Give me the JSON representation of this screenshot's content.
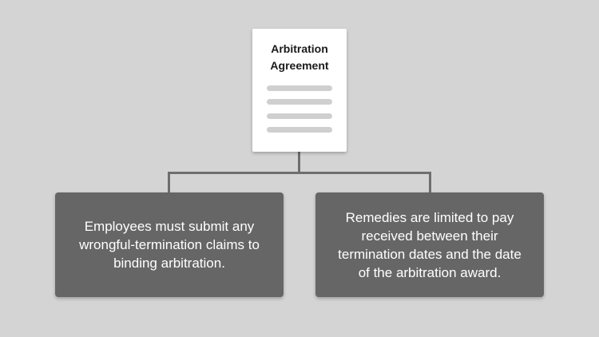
{
  "document": {
    "title_lines": [
      "Arbitration",
      "Agreement"
    ],
    "icon": "document-icon"
  },
  "boxes": [
    {
      "lines": [
        "Employees must submit any",
        "wrongful-termination claims to",
        "binding arbitration."
      ]
    },
    {
      "lines": [
        "Remedies are limited to pay",
        "received between their",
        "termination dates and the date",
        "of the arbitration award."
      ]
    }
  ],
  "colors": {
    "background": "#d4d4d4",
    "document": "#ffffff",
    "document_lines": "#cfcfcf",
    "connector": "#6e6e6e",
    "box": "#666666",
    "box_text": "#ffffff"
  }
}
